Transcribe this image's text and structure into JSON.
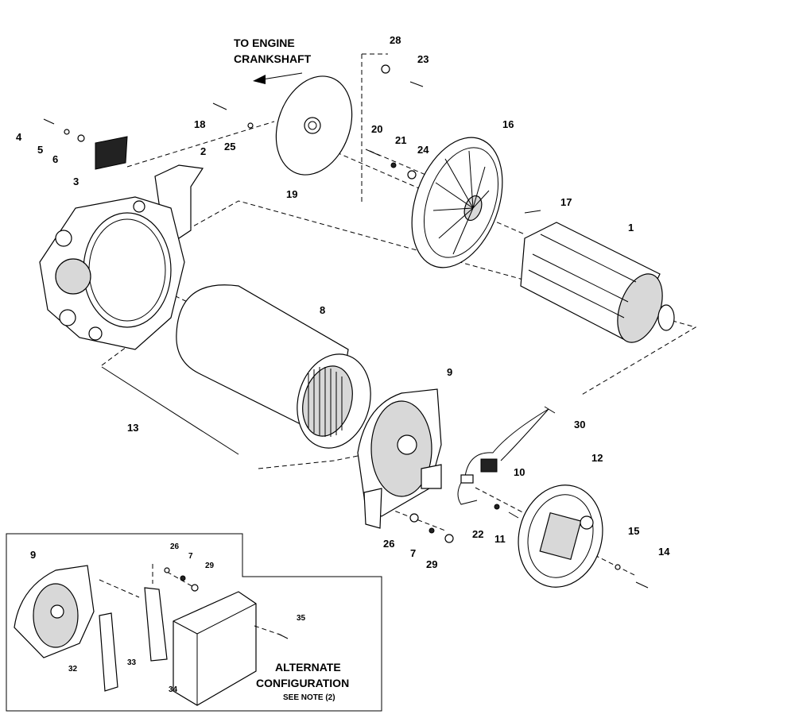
{
  "heading": {
    "line1": "TO ENGINE",
    "line2": "CRANKSHAFT"
  },
  "callouts": {
    "c1": "1",
    "c2": "2",
    "c3": "3",
    "c4": "4",
    "c5": "5",
    "c6": "6",
    "c7": "7",
    "c8": "8",
    "c9": "9",
    "c10": "10",
    "c11": "11",
    "c12": "12",
    "c13": "13",
    "c14": "14",
    "c15": "15",
    "c16": "16",
    "c17": "17",
    "c18": "18",
    "c19": "19",
    "c20": "20",
    "c21": "21",
    "c22": "22",
    "c23": "23",
    "c24": "24",
    "c25": "25",
    "c26": "26",
    "c28": "28",
    "c29": "29",
    "c30": "30"
  },
  "inset": {
    "title1": "ALTERNATE",
    "title2": "CONFIGURATION",
    "note": "SEE NOTE (2)",
    "callouts": {
      "c9": "9",
      "c26": "26",
      "c7": "7",
      "c29": "29",
      "c35": "35",
      "c32": "32",
      "c33": "33",
      "c34": "34"
    }
  }
}
